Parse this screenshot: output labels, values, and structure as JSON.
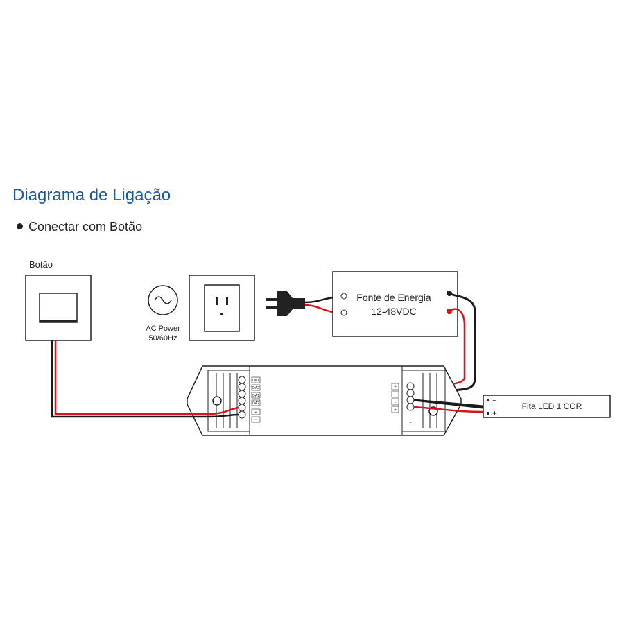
{
  "title": "Diagrama de Ligação",
  "subtitle": "Conectar com Botão",
  "switch": {
    "label": "Botão"
  },
  "ac": {
    "line1": "AC Power",
    "line2": "50/60Hz"
  },
  "psu": {
    "line1": "Fonte de Energia",
    "line2": "12-48VDC"
  },
  "controller": {
    "left_terminals": [
      "DA1",
      "DA2",
      "DA1",
      "DA2",
      "+",
      "-"
    ],
    "right_terminals": [
      "+",
      "-",
      "-",
      "+"
    ],
    "minus_mark": "-"
  },
  "led": {
    "label": "Fita LED 1 COR",
    "minus": "−",
    "plus": "+"
  },
  "colors": {
    "title": "#1c5a9c",
    "wire_red": "#d7141a",
    "wire_black": "#1a1a1a"
  }
}
